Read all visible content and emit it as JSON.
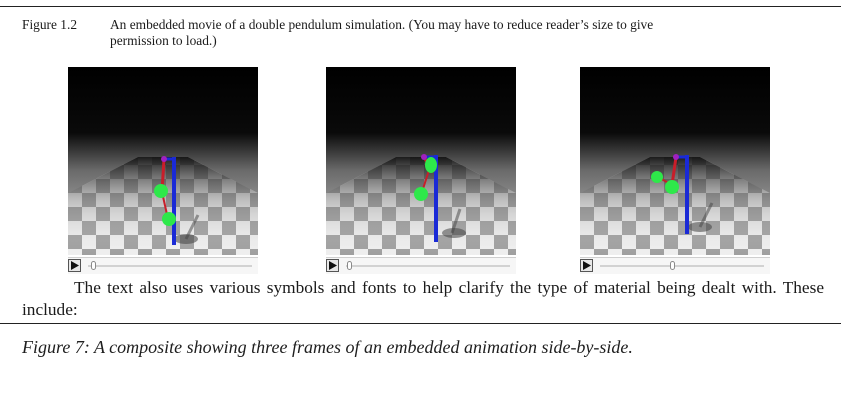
{
  "document": {
    "inner_caption": {
      "number": "Figure 1.2",
      "line1": "An embedded movie of a double pendulum simulation.  (You may have to reduce reader’s size to give",
      "line2": "permission to load.)"
    },
    "frames": [
      {
        "name": "frame-1",
        "progress": 0.03
      },
      {
        "name": "frame-2",
        "progress": 0.02
      },
      {
        "name": "frame-3",
        "progress": 0.44
      }
    ],
    "body_text": "The text also uses various symbols and fonts to help clarify the type of material being dealt with. These include:",
    "figure_caption": "Figure 7: A composite showing three frames of an embedded animation side-by-side."
  },
  "colors": {
    "pendulum_pivot": "#1a2ad6",
    "pendulum_arm": "#c81e2a",
    "bob": "#2ee84a"
  }
}
